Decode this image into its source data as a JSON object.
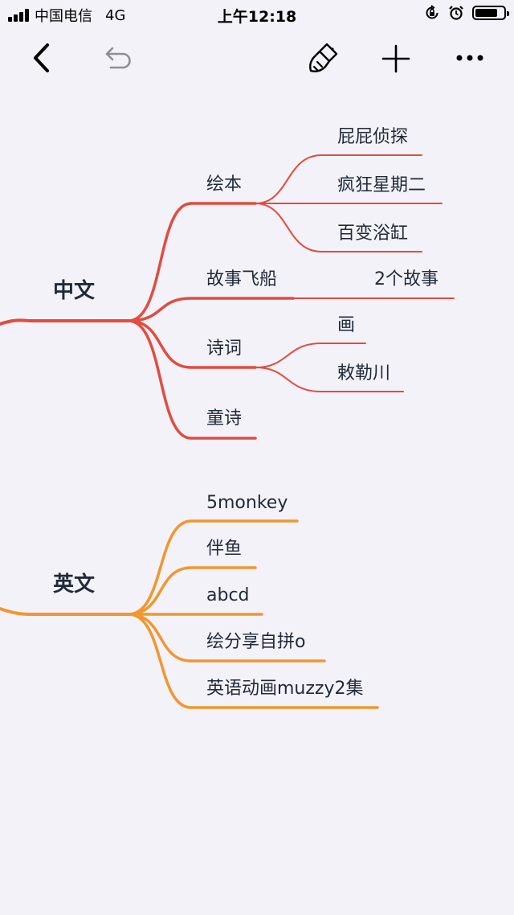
{
  "status_bar": {
    "carrier": "中国电信",
    "network": "4G",
    "time": "上午12:18",
    "battery_level": 0.8
  },
  "toolbar": {
    "back_icon": "chevron-left-icon",
    "undo_icon": "undo-icon",
    "style_icon": "paint-brush-icon",
    "add_icon": "plus-icon",
    "more_icon": "more-dots-icon"
  },
  "colors": {
    "background": "#f3f2f8",
    "branch_chinese": "#e34b40",
    "branch_english": "#f2962f",
    "text": "#1f2a3a"
  },
  "mindmap": {
    "chinese": {
      "label": "中文",
      "children": [
        {
          "label": "绘本",
          "children": [
            "屁屁侦探",
            "疯狂星期二",
            "百变浴缸"
          ]
        },
        {
          "label": "故事飞船",
          "children": [
            "2个故事"
          ]
        },
        {
          "label": "诗词",
          "children": [
            "画",
            "敕勒川"
          ]
        },
        {
          "label": "童诗",
          "children": []
        }
      ]
    },
    "english": {
      "label": "英文",
      "children": [
        {
          "label": "5monkey"
        },
        {
          "label": "伴鱼"
        },
        {
          "label": "abcd"
        },
        {
          "label": "绘分享自拼o"
        },
        {
          "label": "英语动画muzzy2集"
        }
      ]
    }
  }
}
